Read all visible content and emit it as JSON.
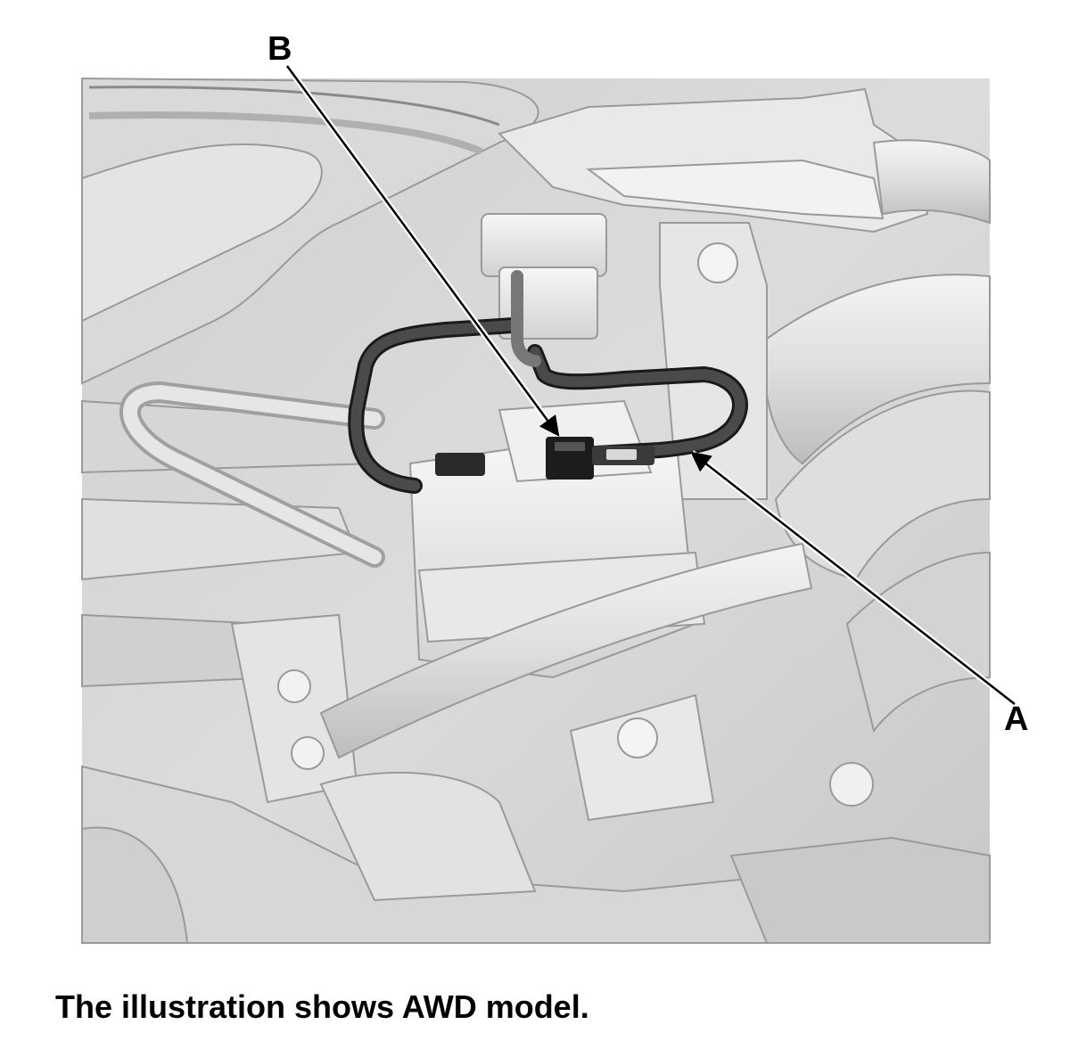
{
  "callouts": {
    "a": "A",
    "b": "B"
  },
  "caption": "The illustration shows AWD model.",
  "colors": {
    "illustration_bg": "#d4d4d4",
    "hose_dark": "#3a3a3a",
    "part_light": "#ececec",
    "outline": "#9a9a9a",
    "leader": "#000000"
  }
}
